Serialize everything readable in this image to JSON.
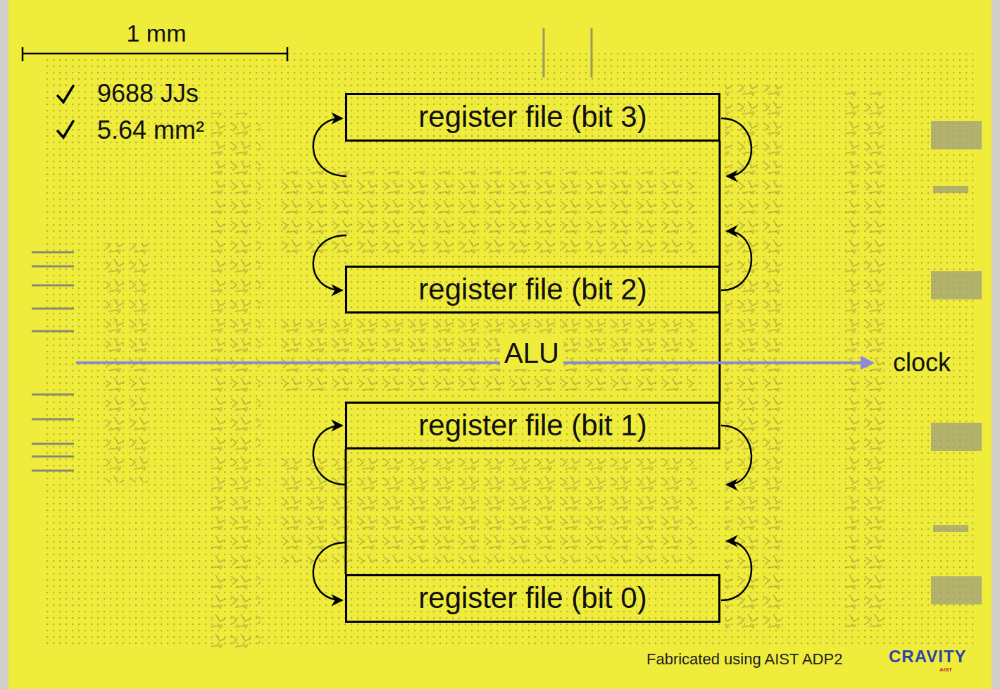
{
  "diagram": {
    "nodes": [
      {
        "text": [
          "register file (bit 3)"
        ]
      },
      {
        "text": [
          "register file (bit 2)"
        ]
      },
      {
        "text": [
          "register file (bit 1)"
        ]
      },
      {
        "text": [
          "register file (bit 0)"
        ]
      }
    ],
    "labels": [
      "1 mm",
      "9688 JJs",
      "5.64 mm²",
      "ALU",
      "clock",
      "Fabricated using AIST ADP2",
      "CRAVITY",
      "AIST"
    ]
  }
}
